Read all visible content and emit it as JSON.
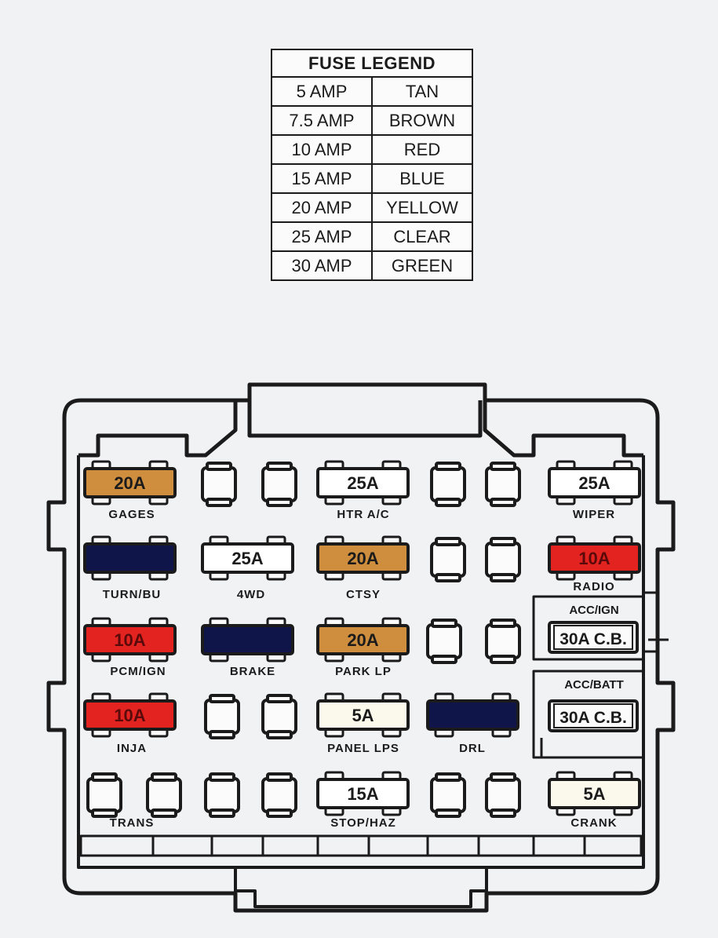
{
  "legend": {
    "title": "FUSE LEGEND",
    "rows": [
      {
        "amp": "5 AMP",
        "color": "TAN"
      },
      {
        "amp": "7.5 AMP",
        "color": "BROWN"
      },
      {
        "amp": "10 AMP",
        "color": "RED"
      },
      {
        "amp": "15 AMP",
        "color": "BLUE"
      },
      {
        "amp": "20 AMP",
        "color": "YELLOW"
      },
      {
        "amp": "25 AMP",
        "color": "CLEAR"
      },
      {
        "amp": "30 AMP",
        "color": "GREEN"
      }
    ]
  },
  "colors": {
    "yellow": "#cf8e3e",
    "red": "#e2231f",
    "blue": "#0f1548",
    "clear": "#ffffff",
    "tan": "#fbf8ec",
    "outline": "#1b1b1b",
    "background": "#f1f2f4"
  },
  "fuses": [
    {
      "id": "gages",
      "rating": "20A",
      "color": "yellow",
      "label": "GAGES"
    },
    {
      "id": "htr-ac",
      "rating": "25A",
      "color": "clear",
      "label": "HTR A/C"
    },
    {
      "id": "wiper",
      "rating": "25A",
      "color": "clear",
      "label": "WIPER"
    },
    {
      "id": "turn-bu",
      "rating": "",
      "color": "blue",
      "label": "TURN/BU"
    },
    {
      "id": "4wd",
      "rating": "25A",
      "color": "clear",
      "label": "4WD"
    },
    {
      "id": "ctsy",
      "rating": "20A",
      "color": "yellow",
      "label": "CTSY"
    },
    {
      "id": "radio",
      "rating": "10A",
      "color": "red",
      "label": "RADIO"
    },
    {
      "id": "pcm-ign",
      "rating": "10A",
      "color": "red",
      "label": "PCM/IGN"
    },
    {
      "id": "brake",
      "rating": "",
      "color": "blue",
      "label": "BRAKE"
    },
    {
      "id": "park-lp",
      "rating": "20A",
      "color": "yellow",
      "label": "PARK  LP"
    },
    {
      "id": "inja",
      "rating": "10A",
      "color": "red",
      "label": "INJA"
    },
    {
      "id": "panel-lps",
      "rating": "5A",
      "color": "tan",
      "label": "PANEL  LPS"
    },
    {
      "id": "drl",
      "rating": "",
      "color": "blue",
      "label": "DRL"
    },
    {
      "id": "stop-haz",
      "rating": "15A",
      "color": "clear",
      "label": "STOP/HAZ"
    },
    {
      "id": "crank",
      "rating": "5A",
      "color": "tan",
      "label": "CRANK"
    },
    {
      "id": "trans",
      "rating": "",
      "color": "none",
      "label": "TRANS"
    }
  ],
  "breakers": [
    {
      "id": "acc-ign",
      "header": "ACC/IGN",
      "rating": "30A C.B."
    },
    {
      "id": "acc-batt",
      "header": "ACC/BATT",
      "rating": "30A C.B."
    }
  ]
}
